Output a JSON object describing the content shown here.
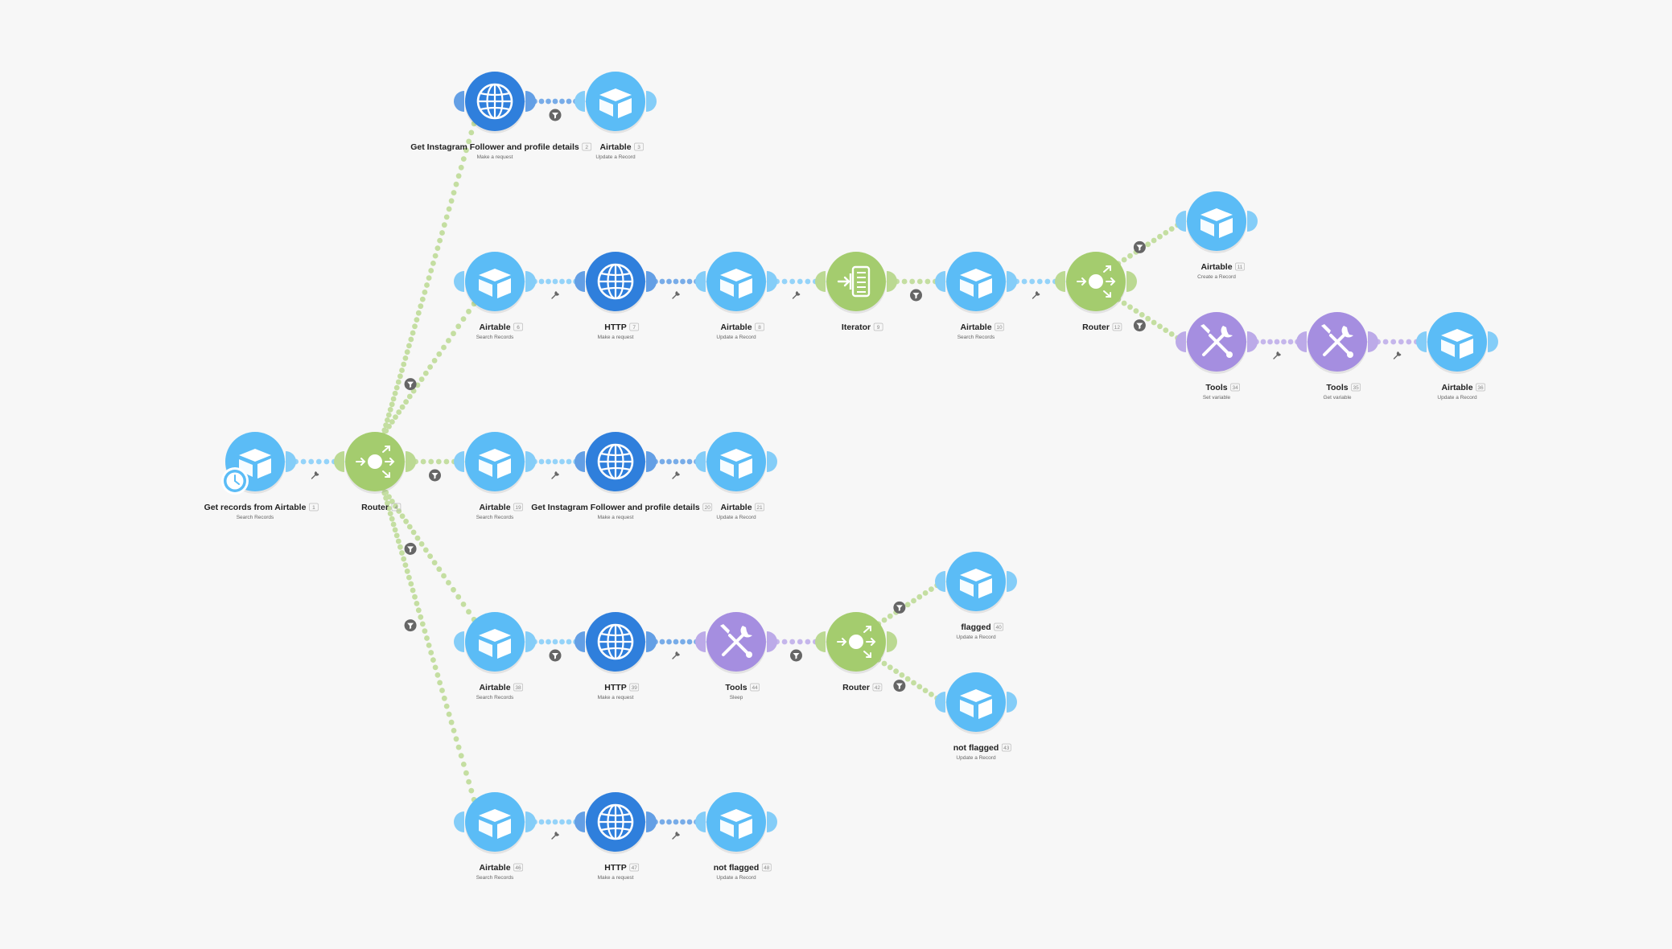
{
  "scenario": {
    "colors": {
      "airtable": "#5bbcf6",
      "http": "#2f7fdc",
      "router": "#a4cc6e",
      "tools": "#a58ee0",
      "iterator": "#a4cc6e",
      "filter": "#666666",
      "background": "#f7f7f7"
    },
    "modules": [
      {
        "id": "m1",
        "type": "airtable",
        "title": "Get records from Airtable",
        "num": "1",
        "subtitle": "Search Records",
        "trigger": true
      },
      {
        "id": "m4",
        "type": "router",
        "title": "Router",
        "num": "4",
        "subtitle": ""
      },
      {
        "id": "m2",
        "type": "http",
        "title": "Get Instagram Follower and profile details",
        "num": "2",
        "subtitle": "Make a request"
      },
      {
        "id": "m3",
        "type": "airtable",
        "title": "Airtable",
        "num": "3",
        "subtitle": "Update a Record"
      },
      {
        "id": "m6",
        "type": "airtable",
        "title": "Airtable",
        "num": "6",
        "subtitle": "Search Records"
      },
      {
        "id": "m7",
        "type": "http",
        "title": "HTTP",
        "num": "7",
        "subtitle": "Make a request"
      },
      {
        "id": "m8",
        "type": "airtable",
        "title": "Airtable",
        "num": "8",
        "subtitle": "Update a Record"
      },
      {
        "id": "m9",
        "type": "iterator",
        "title": "Iterator",
        "num": "9",
        "subtitle": ""
      },
      {
        "id": "m10",
        "type": "airtable",
        "title": "Airtable",
        "num": "10",
        "subtitle": "Search Records"
      },
      {
        "id": "m12",
        "type": "router",
        "title": "Router",
        "num": "12",
        "subtitle": ""
      },
      {
        "id": "m11",
        "type": "airtable",
        "title": "Airtable",
        "num": "11",
        "subtitle": "Create a Record"
      },
      {
        "id": "m34",
        "type": "tools",
        "title": "Tools",
        "num": "34",
        "subtitle": "Set variable"
      },
      {
        "id": "m35",
        "type": "tools",
        "title": "Tools",
        "num": "35",
        "subtitle": "Get variable"
      },
      {
        "id": "m36",
        "type": "airtable",
        "title": "Airtable",
        "num": "36",
        "subtitle": "Update a Record"
      },
      {
        "id": "m19",
        "type": "airtable",
        "title": "Airtable",
        "num": "19",
        "subtitle": "Search Records"
      },
      {
        "id": "m20",
        "type": "http",
        "title": "Get Instagram Follower and profile details",
        "num": "20",
        "subtitle": "Make a request"
      },
      {
        "id": "m21",
        "type": "airtable",
        "title": "Airtable",
        "num": "21",
        "subtitle": "Update a Record"
      },
      {
        "id": "m38",
        "type": "airtable",
        "title": "Airtable",
        "num": "38",
        "subtitle": "Search Records"
      },
      {
        "id": "m39",
        "type": "http",
        "title": "HTTP",
        "num": "39",
        "subtitle": "Make a request"
      },
      {
        "id": "m44",
        "type": "tools",
        "title": "Tools",
        "num": "44",
        "subtitle": "Sleep"
      },
      {
        "id": "m42",
        "type": "router",
        "title": "Router",
        "num": "42",
        "subtitle": ""
      },
      {
        "id": "m40",
        "type": "airtable",
        "title": "flagged",
        "num": "40",
        "subtitle": "Update a Record"
      },
      {
        "id": "m43",
        "type": "airtable",
        "title": "not flagged",
        "num": "43",
        "subtitle": "Update a Record"
      },
      {
        "id": "m46",
        "type": "airtable",
        "title": "Airtable",
        "num": "46",
        "subtitle": "Search Records"
      },
      {
        "id": "m47",
        "type": "http",
        "title": "HTTP",
        "num": "47",
        "subtitle": "Make a request"
      },
      {
        "id": "m48",
        "type": "airtable",
        "title": "not flagged",
        "num": "48",
        "subtitle": "Update a Record"
      }
    ],
    "connections": [
      {
        "from": "m1",
        "to": "m4",
        "marker": "wrench"
      },
      {
        "from": "m4",
        "to": "m2",
        "marker": "none"
      },
      {
        "from": "m2",
        "to": "m3",
        "marker": "filter"
      },
      {
        "from": "m4",
        "to": "m6",
        "marker": "filter"
      },
      {
        "from": "m6",
        "to": "m7",
        "marker": "wrench"
      },
      {
        "from": "m7",
        "to": "m8",
        "marker": "wrench"
      },
      {
        "from": "m8",
        "to": "m9",
        "marker": "wrench"
      },
      {
        "from": "m9",
        "to": "m10",
        "marker": "filter"
      },
      {
        "from": "m10",
        "to": "m12",
        "marker": "wrench"
      },
      {
        "from": "m12",
        "to": "m11",
        "marker": "filter"
      },
      {
        "from": "m12",
        "to": "m34",
        "marker": "filter"
      },
      {
        "from": "m34",
        "to": "m35",
        "marker": "wrench"
      },
      {
        "from": "m35",
        "to": "m36",
        "marker": "wrench"
      },
      {
        "from": "m4",
        "to": "m19",
        "marker": "filter"
      },
      {
        "from": "m19",
        "to": "m20",
        "marker": "wrench"
      },
      {
        "from": "m20",
        "to": "m21",
        "marker": "wrench"
      },
      {
        "from": "m4",
        "to": "m38",
        "marker": "filter"
      },
      {
        "from": "m38",
        "to": "m39",
        "marker": "filter"
      },
      {
        "from": "m39",
        "to": "m44",
        "marker": "wrench"
      },
      {
        "from": "m44",
        "to": "m42",
        "marker": "filter"
      },
      {
        "from": "m42",
        "to": "m40",
        "marker": "filter"
      },
      {
        "from": "m42",
        "to": "m43",
        "marker": "filter"
      },
      {
        "from": "m4",
        "to": "m46",
        "marker": "filter"
      },
      {
        "from": "m46",
        "to": "m47",
        "marker": "wrench"
      },
      {
        "from": "m47",
        "to": "m48",
        "marker": "wrench"
      }
    ]
  }
}
